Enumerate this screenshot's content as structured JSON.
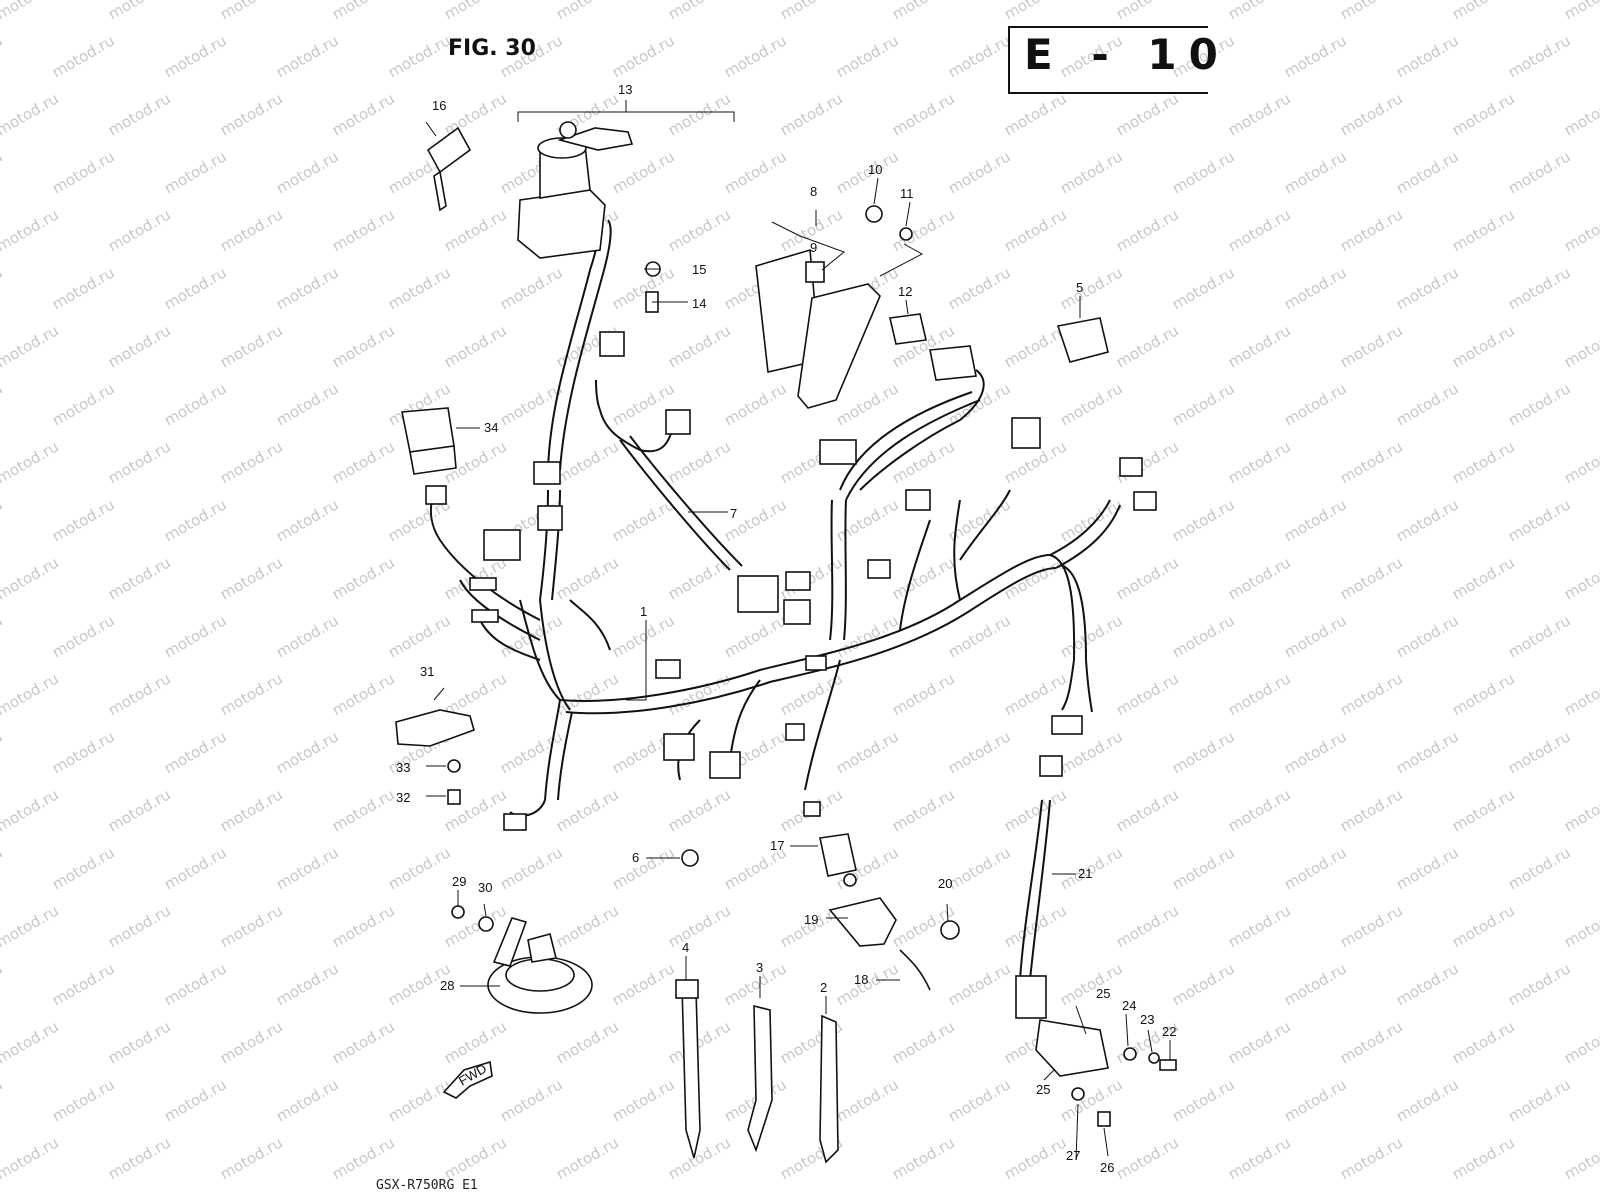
{
  "figure": {
    "title": "FIG. 30",
    "section_code": "E - 10",
    "model_label": "GSX-R750RG E1",
    "watermark": "motod.ru",
    "direction_marker": "FWD"
  },
  "callouts": [
    "1",
    "2",
    "3",
    "4",
    "5",
    "6",
    "7",
    "8",
    "9",
    "10",
    "11",
    "12",
    "13",
    "14",
    "15",
    "16",
    "17",
    "18",
    "19",
    "20",
    "21",
    "22",
    "23",
    "24",
    "25",
    "25",
    "26",
    "27",
    "28",
    "29",
    "30",
    "31",
    "32",
    "33",
    "34"
  ],
  "colors": {
    "line": "#111111",
    "watermark": "#c8c8c8",
    "background": "#ffffff"
  }
}
